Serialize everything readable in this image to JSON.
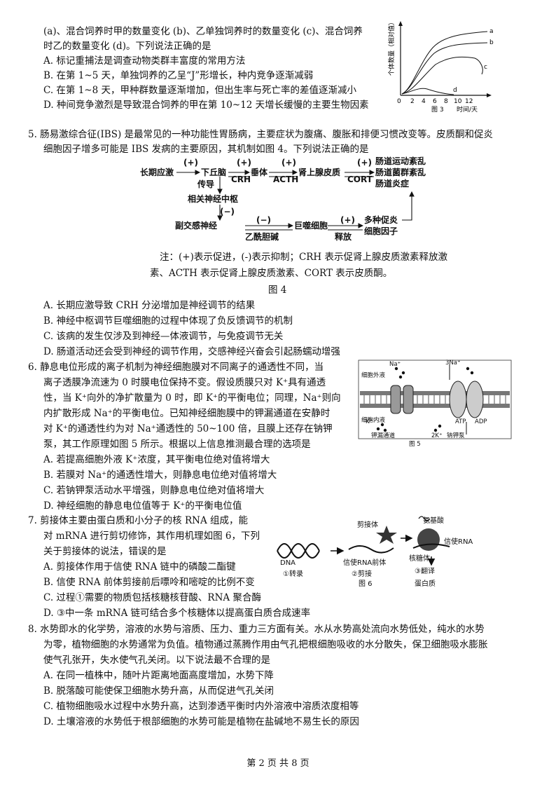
{
  "q4": {
    "line1": "(a)、混合饲养时甲的数量变化 (b)、乙单独饲养时的数量变化 (c)、混合饲养",
    "line2": "时乙的数量变化 (d)。下列说法正确的是",
    "A": "A. 标记重捕法是调查动物类群丰富度的常用方法",
    "B": "B. 在第 1~5 天，单独饲养的乙呈“J”形增长，种内竞争逐渐减弱",
    "C": "C. 在第 1~8 天，甲种群数量逐渐增加，但出生率与死亡率的差值逐渐减小",
    "D": "D. 种间竞争激烈是导致混合饲养的甲在第 10~12 天增长缓慢的主要生物因素",
    "fig": {
      "ylabel": "个体数量（相对值）",
      "xlabel": "时间/天",
      "ticks": [
        "0",
        "2",
        "4",
        "6",
        "8",
        "10",
        "12"
      ],
      "curves": [
        "a",
        "b",
        "c",
        "d"
      ],
      "caption": "图 3"
    }
  },
  "q5": {
    "line1": "5. 肠易激综合征(IBS) 是最常见的一种功能性胃肠病，主要症状为腹痛、腹胀和排便习惯改变等。皮质酮和促炎",
    "line2": "细胞因子增多可能是 IBS 发病的主要原因，其机制如图 4。下列说法正确的是",
    "fig": {
      "n_stress": "长期应激",
      "n_hypo": "下丘脑",
      "n_pit": "垂体",
      "n_adrenal": "肾上腺皮质",
      "n_gut1": "肠道运动紊乱",
      "n_gut2": "肠道菌群紊乱",
      "n_gut3": "肠道炎症",
      "n_center": "相关神经中枢",
      "n_para": "副交感神经",
      "n_macro": "巨噬细胞",
      "n_cyto1": "多种促炎",
      "n_cyto2": "细胞因子",
      "e_plus": "(+)",
      "e_minus": "(−)",
      "e_crh": "CRH",
      "e_acth": "ACTH",
      "e_cort": "CORT",
      "e_conduct": "传导",
      "e_ach": "乙酰胆碱",
      "e_release": "释放"
    },
    "note1": "注：(+)表示促进，(-)表示抑制；CRH 表示促肾上腺皮质激素释放激",
    "note2": "素、ACTH 表示促肾上腺皮质激素、CORT 表示皮质酮。",
    "caption": "图 4",
    "A": "A. 长期应激导致 CRH 分泌增加是神经调节的结果",
    "B": "B. 神经中枢调节巨噬细胞的过程中体现了负反馈调节的机制",
    "C": "C. 该病的发生仅涉及到神经—体液调节，与免疫调节无关",
    "D": "D. 肠道活动还会受到神经的调节作用，交感神经兴奋会引起肠蠕动增强"
  },
  "q6": {
    "l1": "6. 静息电位形成的离子机制为神经细胞膜对不同离子的通透性不同，当",
    "l2": "离子透膜净流速为 0 时膜电位保持不变。假设质膜只对 K⁺具有通透",
    "l3": "性，当 K⁺向外的净扩散量为 0 时，即 K⁺的平衡电位；同理，Na⁺则向",
    "l4": "内扩散形成 Na⁺的平衡电位。已知神经细胞膜中的钾漏通道在安静时",
    "l5": "对 K⁺的通透性约为对 Na⁺通透性的 50~100 倍，且膜上还存在钠钾",
    "l6": "泵，其工作原理如图 5 所示。根据以上信息推测最合理的选项是",
    "A": "A. 若提高细胞外液 K⁺浓度，其平衡电位绝对值将增大",
    "B": "B. 若膜对 Na⁺的通透性增大，则静息电位绝对值将增大",
    "C": "C. 若钠钾泵活动水平增强，则静息电位绝对值将增大",
    "D": "D. 神经细胞的静息电位值等于 K⁺的平衡电位值",
    "fig": {
      "out": "细胞外液",
      "in": "细胞内液",
      "na": "Na⁺",
      "na3": "3Na⁺",
      "k": "K⁺",
      "k2": "2K⁺",
      "atp": "ATP",
      "adp": "ADP",
      "leak": "钾漏通道",
      "pump": "钠钾泵",
      "caption": "图 5"
    }
  },
  "q7": {
    "l1": "7. 剪接体主要由蛋白质和小分子的核 RNA 组成，能",
    "l2": "对 mRNA 进行剪切修饰，其作用机理如图 6，下列",
    "l3": "关于剪接体的说法，错误的是",
    "A": "A. 剪接体作用于信使 RNA 链中的磷酸二酯键",
    "B": "B. 信使 RNA 前体剪接前后嘌呤和嘧啶的比例不变",
    "C": "C. 过程①需要的物质包括核糖核苷酸、RNA 聚合酶",
    "D": "D. ③中一条 mRNA 链可结合多个核糖体以提高蛋白质合成速率",
    "fig": {
      "dna": "DNA",
      "s1": "①转录",
      "pre": "信使RNA前体",
      "s2": "②剪接",
      "splice": "剪接体",
      "aa": "氨基酸",
      "ribo": "核糖体",
      "mrna": "信使RNA",
      "s3": "③翻译",
      "protein": "蛋白质",
      "caption": "图 6"
    }
  },
  "q8": {
    "l1": "8. 水势即水的化学势，溶液的水势与溶质、压力、重力三方面有关。水从水势高处流向水势低处，纯水的水势",
    "l2": "为零，植物细胞的水势通常为负值。植物通过蒸腾作用由气孔把根细胞吸收的水分散失，保卫细胞吸水膨胀",
    "l3": "使气孔张开，失水使气孔关闭。以下说法最不合理的是",
    "A": "A. 在同一植株中，随叶片距离地面高度增加，水势下降",
    "B": "B. 脱落酸可能使保卫细胞水势升高，从而促进气孔关闭",
    "C": "C. 植物细胞吸水过程中水势升高，达到渗透平衡时内外溶液中溶质浓度相等",
    "D": "D. 土壤溶液的水势低于根部细胞的水势可能是植物在盐碱地不易生长的原因"
  },
  "footer": "第 2 页 共 8 页"
}
